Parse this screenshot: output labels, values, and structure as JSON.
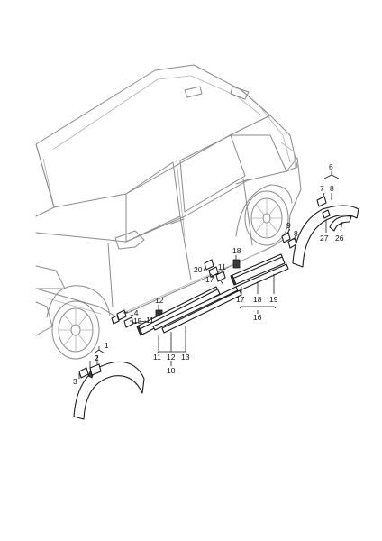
{
  "callouts": [
    {
      "id": "c1",
      "text": "1"
    },
    {
      "id": "c2",
      "text": "2"
    },
    {
      "id": "c3",
      "text": "3"
    },
    {
      "id": "c14",
      "text": "14"
    },
    {
      "id": "c15",
      "text": "15"
    },
    {
      "id": "c11a",
      "text": "11"
    },
    {
      "id": "c12a",
      "text": "12"
    },
    {
      "id": "c11b",
      "text": "11"
    },
    {
      "id": "c12b",
      "text": "12"
    },
    {
      "id": "c13",
      "text": "13"
    },
    {
      "id": "c10",
      "text": "10"
    },
    {
      "id": "c20",
      "text": "20"
    },
    {
      "id": "c17a",
      "text": "17"
    },
    {
      "id": "c11c",
      "text": "11"
    },
    {
      "id": "c18a",
      "text": "18"
    },
    {
      "id": "c17b",
      "text": "17"
    },
    {
      "id": "c18b",
      "text": "18"
    },
    {
      "id": "c19",
      "text": "19"
    },
    {
      "id": "c16",
      "text": "16"
    },
    {
      "id": "c9",
      "text": "9"
    },
    {
      "id": "c8a",
      "text": "8"
    },
    {
      "id": "c6",
      "text": "6"
    },
    {
      "id": "c7",
      "text": "7"
    },
    {
      "id": "c8b",
      "text": "8"
    },
    {
      "id": "c27",
      "text": "27"
    },
    {
      "id": "c26",
      "text": "26"
    }
  ]
}
